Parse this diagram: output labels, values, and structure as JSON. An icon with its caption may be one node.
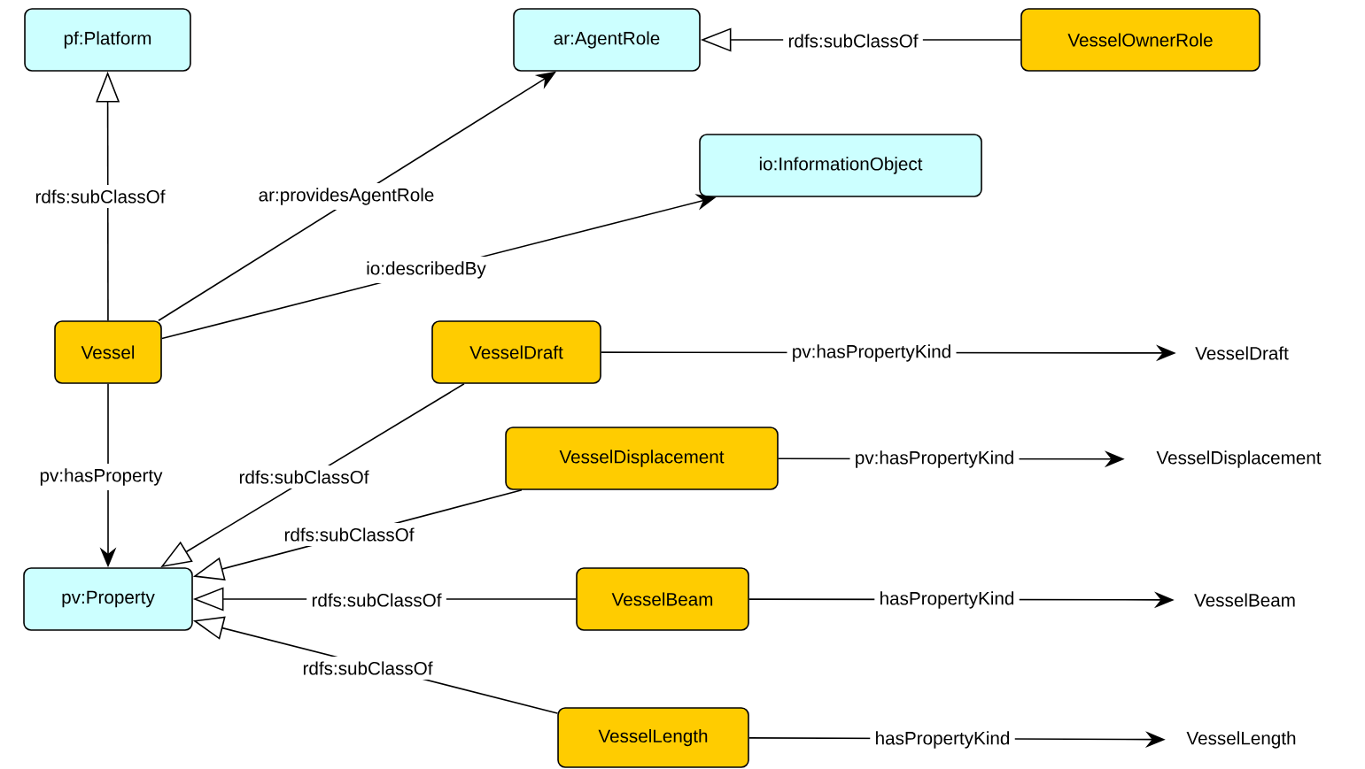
{
  "diagram": {
    "nodes": [
      {
        "text": [
          "pf:Platform"
        ]
      },
      {
        "text": [
          "ar:AgentRole"
        ]
      },
      {
        "text": [
          "VesselOwnerRole"
        ]
      },
      {
        "text": [
          "io:InformationObject"
        ]
      },
      {
        "text": [
          "Vessel"
        ]
      },
      {
        "text": [
          "VesselDraft"
        ]
      },
      {
        "text": [
          "VesselDraft"
        ]
      },
      {
        "text": [
          "VesselDisplacement"
        ]
      },
      {
        "text": [
          "VesselDisplacement"
        ]
      },
      {
        "text": [
          "pv:Property"
        ]
      },
      {
        "text": [
          "VesselBeam"
        ]
      },
      {
        "text": [
          "VesselBeam"
        ]
      },
      {
        "text": [
          "VesselLength"
        ]
      },
      {
        "text": [
          "VesselLength"
        ]
      }
    ],
    "edges": [
      {
        "from": 4,
        "to": 0,
        "arrow": "to",
        "label": "rdfs:subClassOf"
      },
      {
        "from": 4,
        "to": 1,
        "arrow": "to",
        "label": "ar:providesAgentRole"
      },
      {
        "from": 4,
        "to": 3,
        "arrow": "to",
        "label": "io:describedBy"
      },
      {
        "from": 2,
        "to": 1,
        "arrow": "to",
        "label": "rdfs:subClassOf"
      },
      {
        "from": 4,
        "to": 9,
        "arrow": "to",
        "label": "pv:hasProperty"
      },
      {
        "from": 5,
        "to": 9,
        "arrow": "to",
        "label": "rdfs:subClassOf"
      },
      {
        "from": 7,
        "to": 9,
        "arrow": "to",
        "label": "rdfs:subClassOf"
      },
      {
        "from": 10,
        "to": 9,
        "arrow": "to",
        "label": "rdfs:subClassOf"
      },
      {
        "from": 12,
        "to": 9,
        "arrow": "to",
        "label": "rdfs:subClassOf"
      },
      {
        "from": 5,
        "to": 6,
        "arrow": "to",
        "label": "pv:hasPropertyKind"
      },
      {
        "from": 7,
        "to": 8,
        "arrow": "to",
        "label": "pv:hasPropertyKind"
      },
      {
        "from": 10,
        "to": 11,
        "arrow": "to",
        "label": "hasPropertyKind"
      },
      {
        "from": 12,
        "to": 13,
        "arrow": "to",
        "label": "hasPropertyKind"
      }
    ]
  }
}
